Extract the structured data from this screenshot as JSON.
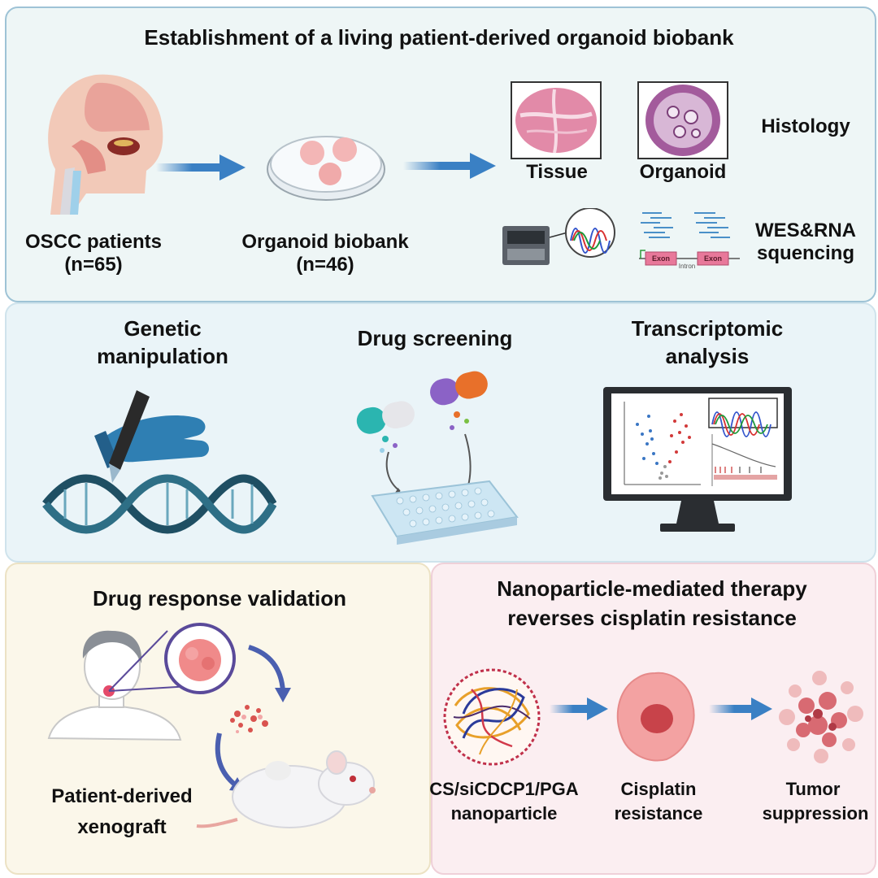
{
  "biobank": {
    "title": "Establishment of a living patient-derived organoid  biobank",
    "patients_label": "OSCC patients",
    "patients_n": "(n=65)",
    "biobank_label": "Organoid biobank",
    "biobank_n": "(n=46)",
    "tissue_label": "Tissue",
    "organoid_label": "Organoid",
    "histology_label": "Histology",
    "sequencing_line1": "WES&RNA",
    "sequencing_line2": "squencing",
    "exon_a": "Exon",
    "exon_b": "Exon",
    "intron": "Intron"
  },
  "applications": {
    "genetic_line1": "Genetic",
    "genetic_line2": "manipulation",
    "drug_screening": "Drug screening",
    "transcriptomic_line1": "Transcriptomic",
    "transcriptomic_line2": "analysis"
  },
  "validation": {
    "title": "Drug response validation",
    "pdx_line1": "Patient-derived",
    "pdx_line2": "xenograft"
  },
  "therapy": {
    "title_line1": "Nanoparticle-mediated therapy",
    "title_line2": "reverses cisplatin resistance",
    "np_line1": "CS/siCDCP1/PGA",
    "np_line2": "nanoparticle",
    "resist_line1": "Cisplatin",
    "resist_line2": "resistance",
    "tumor_line1": "Tumor",
    "tumor_line2": "suppression"
  },
  "colors": {
    "arrow": "#3a80c4",
    "section1_bg": "#eef6f6",
    "section2_bg": "#eaf4f8",
    "section3_bg": "#fbf7ea",
    "section4_bg": "#fbeef1"
  }
}
